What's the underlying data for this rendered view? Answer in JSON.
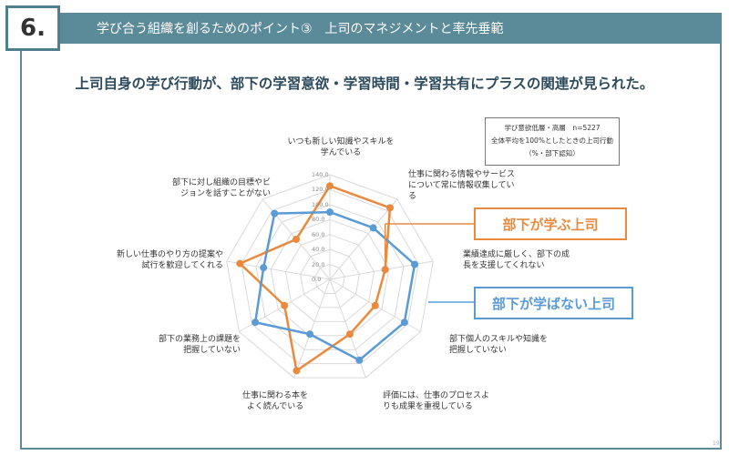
{
  "section": {
    "number": "6."
  },
  "header": {
    "title": "学び合う組織を創るためのポイント③　上司のマネジメントと率先垂範"
  },
  "headline": "上司自身の学び行動が、部下の学習意欲・学習時間・学習共有にプラスの関連が見られた。",
  "note": {
    "line1": "学び意欲低層・高層　n=5227",
    "line2": "全体平均を100%としたときの上司行動",
    "line3": "（%・部下認知）"
  },
  "callouts": {
    "orange": "部下が学ぶ上司",
    "blue": "部下が学ばない上司"
  },
  "page_number": "19",
  "chart_data": {
    "type": "radar",
    "axes": [
      "いつも新しい知識やスキルを学んでいる",
      "仕事に関わる情報やサービスについて常に情報収集している",
      "業績達成に厳しく、部下の成長を支援してくれない",
      "部下個人のスキルや知識を把握していない",
      "評価には、仕事のプロセスよりも成果を重視している",
      "仕事に関わる本をよく読んでいる",
      "部下の業務上の課題を把握していない",
      "新しい仕事のやり方の提案や試行を歓迎してくれる",
      "部下に対し組織の目標やビジョンを話すことがない"
    ],
    "axis_label_lines": [
      [
        "いつも新しい知識やスキルを",
        "学んでいる"
      ],
      [
        "仕事に関わる情報やサービス",
        "について常に情報収集してい",
        "る"
      ],
      [
        "業績達成に厳しく、部下の成",
        "長を支援してくれない"
      ],
      [
        "部下個人のスキルや知識を",
        "把握していない"
      ],
      [
        "評価には、仕事のプロセスよ",
        "りも成果を重視している"
      ],
      [
        "仕事に関わる本を",
        "よく読んでいる"
      ],
      [
        "部下の業務上の課題を",
        "把握していない"
      ],
      [
        "新しい仕事のやり方の提案や",
        "試行を歓迎してくれる"
      ],
      [
        "部下に対し組織の目標やビ",
        "ジョンを話すことがない"
      ]
    ],
    "rlim": [
      0,
      140
    ],
    "ticks": [
      "0.0",
      "20.0",
      "40.0",
      "60.0",
      "80.0",
      "100.0",
      "120.0",
      "140.0"
    ],
    "series": [
      {
        "name": "部下が学ぶ上司",
        "color": "#e98a3f",
        "values": [
          125,
          125,
          75,
          70,
          78,
          130,
          70,
          122,
          70
        ]
      },
      {
        "name": "部下が学ばない上司",
        "color": "#5b9bd5",
        "values": [
          90,
          90,
          115,
          115,
          115,
          78,
          115,
          90,
          115
        ]
      }
    ]
  }
}
